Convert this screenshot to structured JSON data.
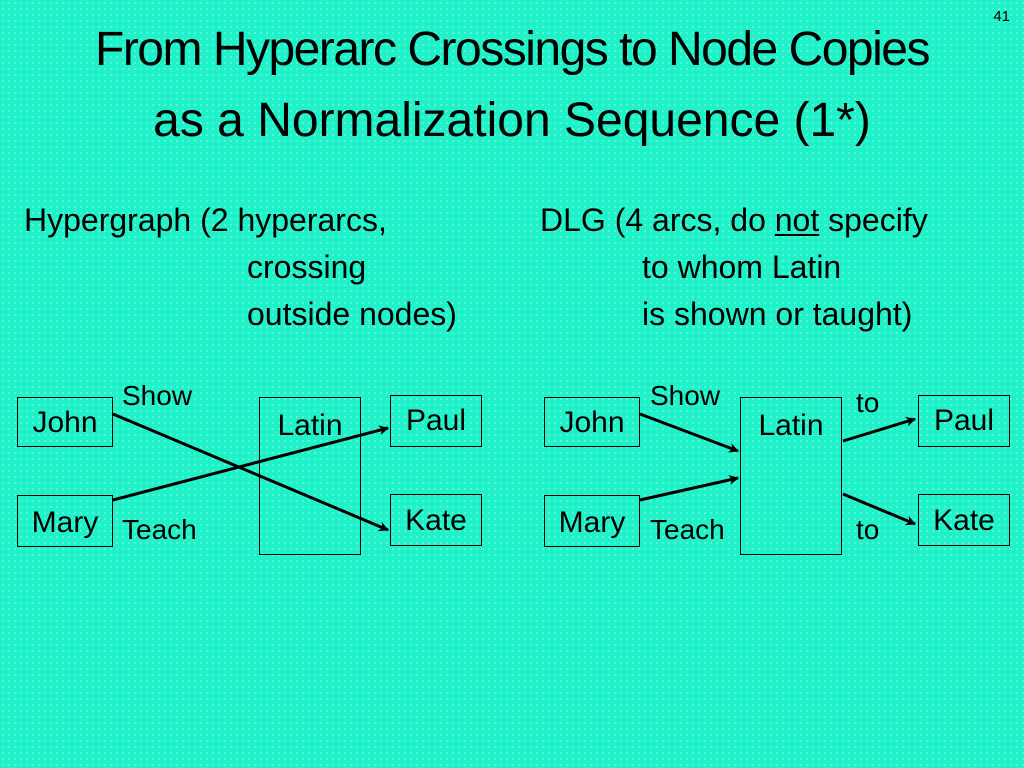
{
  "slide_number": "41",
  "title": {
    "line1": "From Hyperarc Crossings to Node Copies",
    "line2": "as a Normalization Sequence (1*)"
  },
  "left": {
    "caption": [
      "Hypergraph (2 hyperarcs,",
      "crossing",
      "outside nodes)"
    ],
    "nodes": {
      "john": "John",
      "mary": "Mary",
      "latin": "Latin",
      "paul": "Paul",
      "kate": "Kate"
    },
    "labels": {
      "show": "Show",
      "teach": "Teach"
    }
  },
  "right": {
    "caption": {
      "line1_before": "DLG (4 arcs, do",
      "line1_emph": "not",
      "line1_after": "specify",
      "line2": "to whom Latin",
      "line3": "is shown or taught)"
    },
    "nodes": {
      "john": "John",
      "mary": "Mary",
      "latin": "Latin",
      "paul": "Paul",
      "kate": "Kate"
    },
    "labels": {
      "show": "Show",
      "teach": "Teach",
      "to_top": "to",
      "to_bottom": "to"
    }
  }
}
